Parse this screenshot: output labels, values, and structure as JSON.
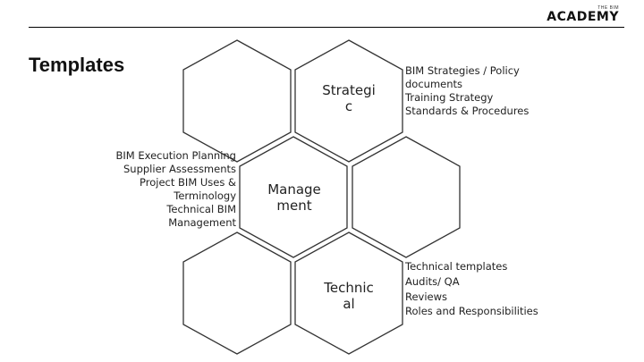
{
  "logo": {
    "small": "THE BIM",
    "main": "ACADEMY"
  },
  "title": "Templates",
  "hexagons": {
    "strategic": "Strategi c",
    "management": "Manage ment",
    "technical": "Technic al"
  },
  "lists": {
    "strategic": [
      "BIM Strategies / Policy documents",
      "Training Strategy",
      "Standards & Procedures"
    ],
    "management": [
      "BIM Execution Planning",
      "Supplier Assessments",
      "Project BIM Uses & Terminology",
      "Technical BIM Management"
    ],
    "technical": [
      "Technical templates",
      "Audits/ QA",
      "Reviews",
      "Roles and Responsibilities"
    ]
  }
}
